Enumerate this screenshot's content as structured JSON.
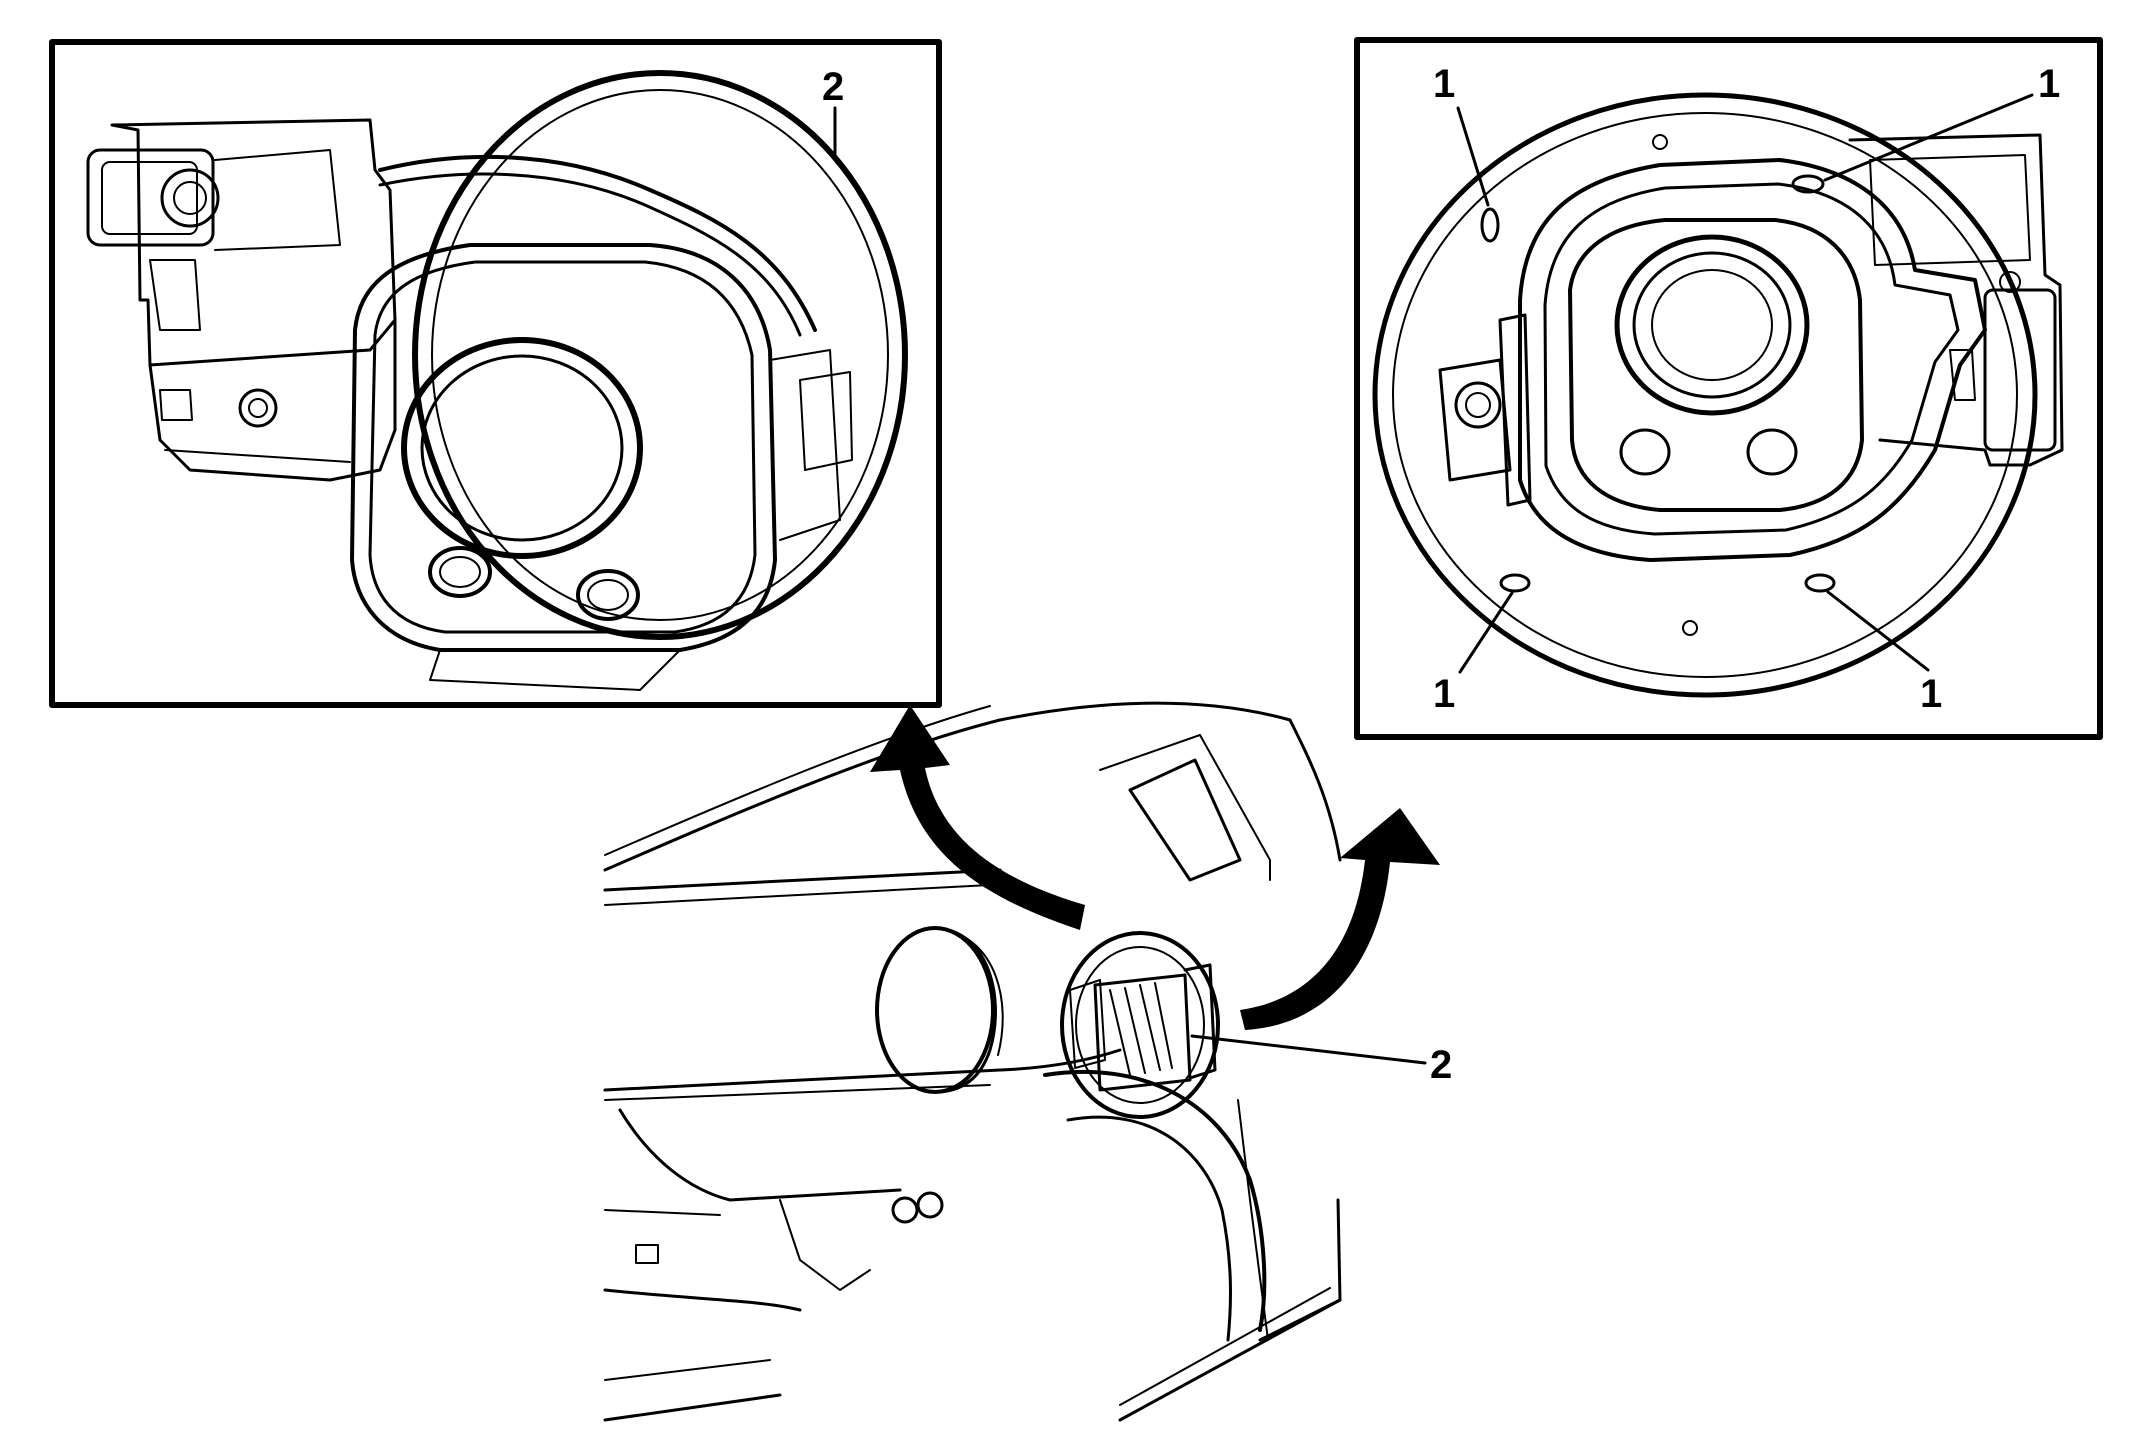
{
  "diagram": {
    "callouts": {
      "left_inset_2": "2",
      "right_inset_1_top_left": "1",
      "right_inset_1_top_right": "1",
      "right_inset_1_bottom_left": "1",
      "right_inset_1_bottom_right": "1",
      "main_view_2": "2"
    }
  }
}
